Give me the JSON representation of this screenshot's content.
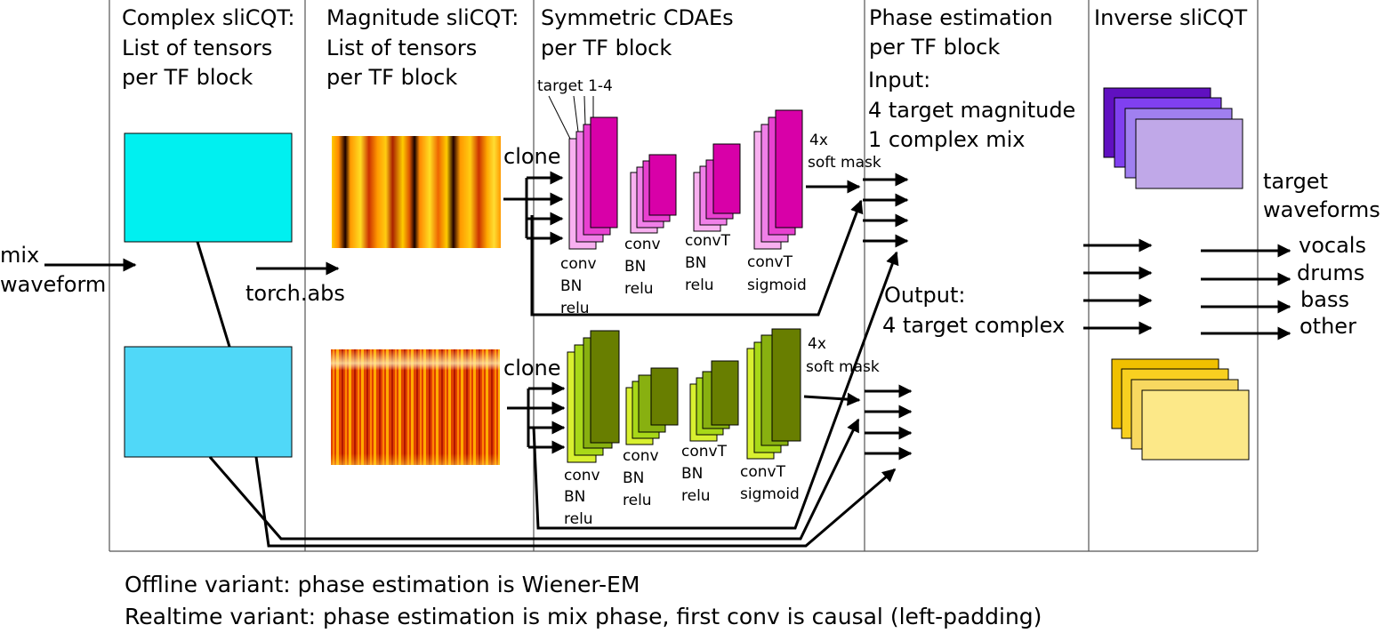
{
  "columns": {
    "complex_title": [
      "Complex sliCQT:",
      "List of tensors",
      "per TF block"
    ],
    "magnitude_title": [
      "Magnitude sliCQT:",
      "List of tensors",
      "per TF block"
    ],
    "cdae_title": [
      "Symmetric CDAEs",
      "per TF block"
    ],
    "phase_title": [
      "Phase estimation",
      "per TF block"
    ],
    "inverse_title": "Inverse sliCQT"
  },
  "input": {
    "mix_label": [
      "mix",
      "waveform"
    ],
    "abs_label": "torch.abs"
  },
  "cdae": {
    "target_label": "target 1-4",
    "clone_label": "clone",
    "soft_mask_label": [
      "4x",
      "soft mask"
    ],
    "layers": [
      [
        "conv",
        "BN",
        "relu"
      ],
      [
        "conv",
        "BN",
        "relu"
      ],
      [
        "convT",
        "BN",
        "relu"
      ],
      [
        "convT",
        "sigmoid"
      ]
    ]
  },
  "phase": {
    "input_label": [
      "Input:",
      "4 target magnitude",
      "1 complex mix"
    ],
    "output_label": [
      "Output:",
      "4 target complex"
    ]
  },
  "outputs": {
    "target_waveforms_label": [
      "target",
      "waveforms"
    ],
    "targets": [
      "vocals",
      "drums",
      "bass",
      "other"
    ]
  },
  "footnotes": [
    "Offline variant: phase estimation is Wiener-EM",
    "Realtime variant: phase estimation is mix phase, first conv is causal (left-padding)"
  ],
  "colors": {
    "complex_top": "#00f0f0",
    "complex_bottom": "#50d8f8",
    "pink_stack": [
      "#f8b0f0",
      "#f080e8",
      "#e840d0",
      "#d800a8"
    ],
    "green_stack": [
      "#d8f030",
      "#a8d818",
      "#88b010",
      "#687e00"
    ],
    "purple_stack": [
      "#6010c0",
      "#8040f0",
      "#a080f0",
      "#c0a8e8"
    ],
    "yellow_stack": [
      "#f0c000",
      "#f8d020",
      "#f8d860",
      "#fce888"
    ]
  }
}
